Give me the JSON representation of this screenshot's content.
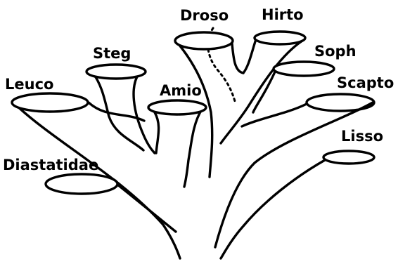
{
  "diagram": {
    "labels": {
      "leuco": "Leuco",
      "steg": "Steg",
      "amio": "Amio",
      "droso": "Droso",
      "hirto": "Hirto",
      "soph": "Soph",
      "scapto": "Scapto",
      "lisso": "Lisso",
      "diastatidae": "Diastatidae"
    },
    "colors": {
      "line": "#000000",
      "background": "#ffffff"
    }
  }
}
